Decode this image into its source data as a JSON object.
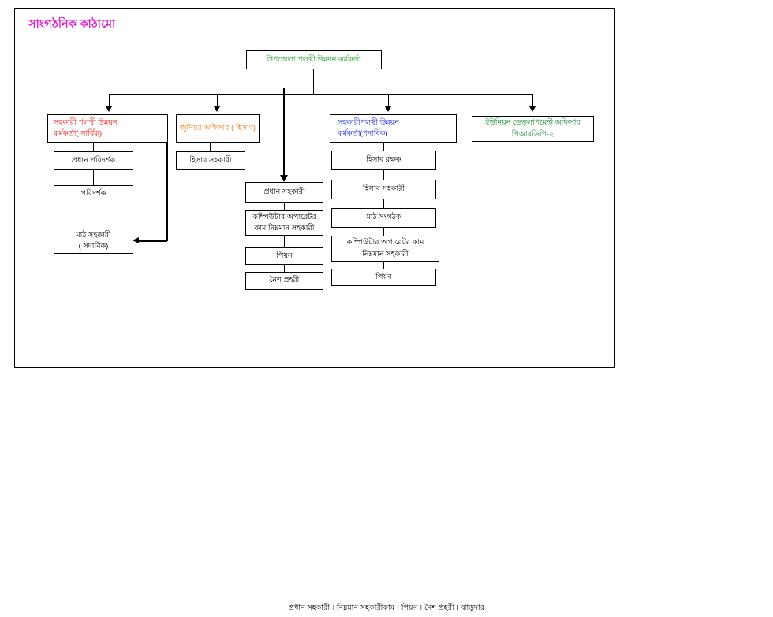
{
  "page_title": "সাংগঠনিক কাঠামো",
  "colors": {
    "title": "#e01ad0",
    "root": "#1aa32a",
    "branch_red": "#e8130b",
    "branch_orange": "#f07a10",
    "branch_blue": "#1429e0",
    "branch_green": "#0f8a34",
    "box_border": "#000000",
    "connector": "#000000",
    "background": "#ffffff"
  },
  "chart": {
    "type": "org-chart",
    "root": {
      "label": "উপজেলা পলস্থী উন্নয়ন কর্মকর্তা",
      "color": "#1aa32a"
    },
    "branches": [
      {
        "id": "branch-sarbik",
        "label": "সহকারী পলস্থী উন্নয়ন\nকর্মকর্তা( সার্বিক)",
        "color": "#e8130b",
        "children": [
          {
            "label": "প্রধান পরিদর্শক"
          },
          {
            "label": "পরিদর্শক"
          },
          {
            "label": "মাঠ সহকারী\n( সদাবিক)"
          }
        ]
      },
      {
        "id": "branch-junior-officer",
        "label": "জুনিয়র অফিসার ( হিসাব)",
        "color": "#f07a10",
        "children": [
          {
            "label": "হিসাব সহকারী"
          }
        ]
      },
      {
        "id": "branch-pradhan-sahakari",
        "label": "প্রধান সহকারী",
        "color": "#000000",
        "children": [
          {
            "label": "কম্পিউটার অপারেটর\nকাম নিম্নমান সহকারী"
          },
          {
            "label": "পিয়ন"
          },
          {
            "label": "নৈশ প্রহরী"
          }
        ]
      },
      {
        "id": "branch-padabik",
        "label": "সহকারীপলস্থী উন্নয়ন\nকর্মকর্তা(পদাবিক)",
        "color": "#1429e0",
        "children": [
          {
            "label": "হিসাব রক্ষক"
          },
          {
            "label": "হিসাব সহকারী"
          },
          {
            "label": "মাঠ সংগঠক"
          },
          {
            "label": "কম্পিউটার অপারেটর কাম\nনিম্নমান সহকারী"
          },
          {
            "label": "পিয়ন"
          }
        ]
      },
      {
        "id": "branch-union-development-officer",
        "label": "ইউনিয়ন ডেভলাপমেন্ট অফিসার\nপিআরডিপি-২",
        "color": "#0f8a34",
        "children": []
      }
    ]
  },
  "footer_note": "প্রধান সহকারী । নিম্নমান সহকারীকাম ।  পিয়ন    ।  নৈশ প্রহরী ।  ঝাড়ুদার"
}
